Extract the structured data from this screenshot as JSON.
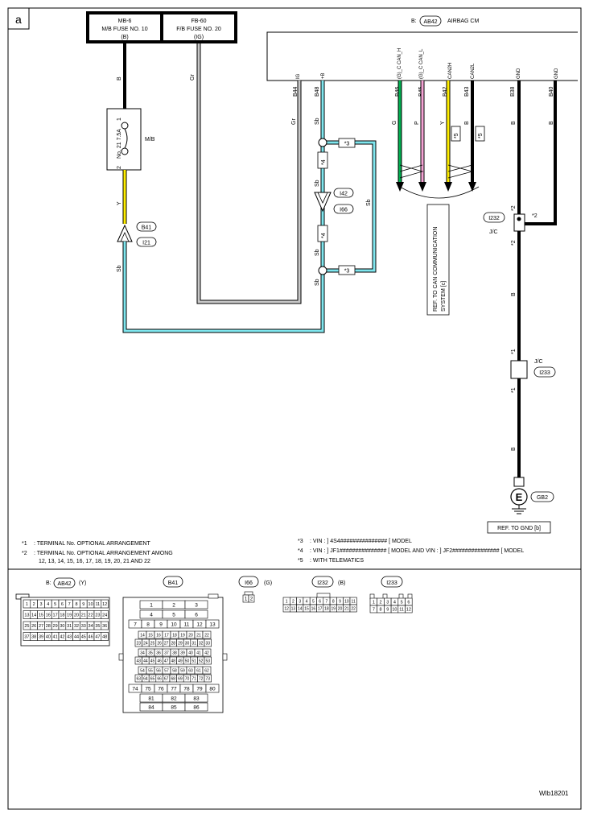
{
  "page_label": "a",
  "fuses": {
    "mb": {
      "l1": "MB-6",
      "l2": "M/B FUSE NO. 10",
      "l3": "(B)"
    },
    "fb": {
      "l1": "FB-60",
      "l2": "F/B FUSE NO. 20",
      "l3": "(IG)"
    }
  },
  "ecu": {
    "prefix": "B:",
    "connector": "AB42",
    "name": "AIRBAG CM"
  },
  "pins": {
    "b44": {
      "pin": "B44",
      "func": "IG",
      "wire": "Gr"
    },
    "b48": {
      "pin": "B48",
      "func": "+B",
      "wire": "Sb"
    },
    "b46": {
      "pin": "B46",
      "func": "(G)_C CAN_H",
      "wire": "G"
    },
    "b45": {
      "pin": "B45",
      "func": "(G)_C CAN_L",
      "wire": "P"
    },
    "b42": {
      "pin": "B42",
      "func": "CAN2H",
      "wire": "Y"
    },
    "b43": {
      "pin": "B43",
      "func": "CAN2L",
      "wire": "B"
    },
    "b38": {
      "pin": "B38",
      "func": "GND",
      "wire": "B"
    },
    "b40": {
      "pin": "B40",
      "func": "GND",
      "wire": "B"
    }
  },
  "mb_box": {
    "pin1": "1",
    "pin2": "2",
    "fuse": "No. 21  7.5A",
    "name": "M/B"
  },
  "wires": {
    "b": "B",
    "y": "Y",
    "sb": "Sb",
    "gr": "Gr"
  },
  "connectors": {
    "b41": "B41",
    "i21": "I21",
    "i42": "I42",
    "i66": "I66",
    "i232": "I232",
    "i233": "I233",
    "gb2": "GB2",
    "jc": "J/C",
    "e": "E"
  },
  "marks": {
    "m1": "*1",
    "m2": "*2",
    "m3": "*3",
    "m4": "*4",
    "m5": "*5"
  },
  "refs": {
    "can": "REF. TO CAN COMMUNICATION SYSTEM [c]",
    "can_l1": "REF. TO CAN COMMUNICATION",
    "can_l2": "SYSTEM [c]",
    "gnd": "REF. TO GND [b]"
  },
  "notes": [
    {
      "mark": "*1",
      "text": ": TERMINAL No. OPTIONAL ARRANGEMENT"
    },
    {
      "mark": "*2",
      "text": ": TERMINAL No. OPTIONAL ARRANGEMENT AMONG",
      "text2": "12, 13, 14, 15, 16, 17, 18, 19, 20, 21 AND 22"
    },
    {
      "mark": "*3",
      "text": ": VIN : ] 4S4############### [ MODEL"
    },
    {
      "mark": "*4",
      "text": ": VIN : ] JF1############### [ MODEL AND VIN : ] JF2############### [ MODEL"
    },
    {
      "mark": "*5",
      "text": ": WITH TELEMATICS"
    }
  ],
  "connector_views": {
    "ab42": {
      "prefix": "B:",
      "name": "AB42",
      "suffix": "(Y)"
    },
    "b41": {
      "name": "B41"
    },
    "i66": {
      "name": "I66",
      "suffix": "(G)"
    },
    "i232": {
      "name": "I232",
      "suffix": "(B)"
    },
    "i233": {
      "name": "I233"
    }
  },
  "colors": {
    "sb": "#7fe6ee",
    "gr": "#c8c8c8",
    "yellow": "#ffee00",
    "green": "#00b050",
    "pink": "#f5a3d4",
    "black": "#000000"
  },
  "footer_code": "WIb18201"
}
